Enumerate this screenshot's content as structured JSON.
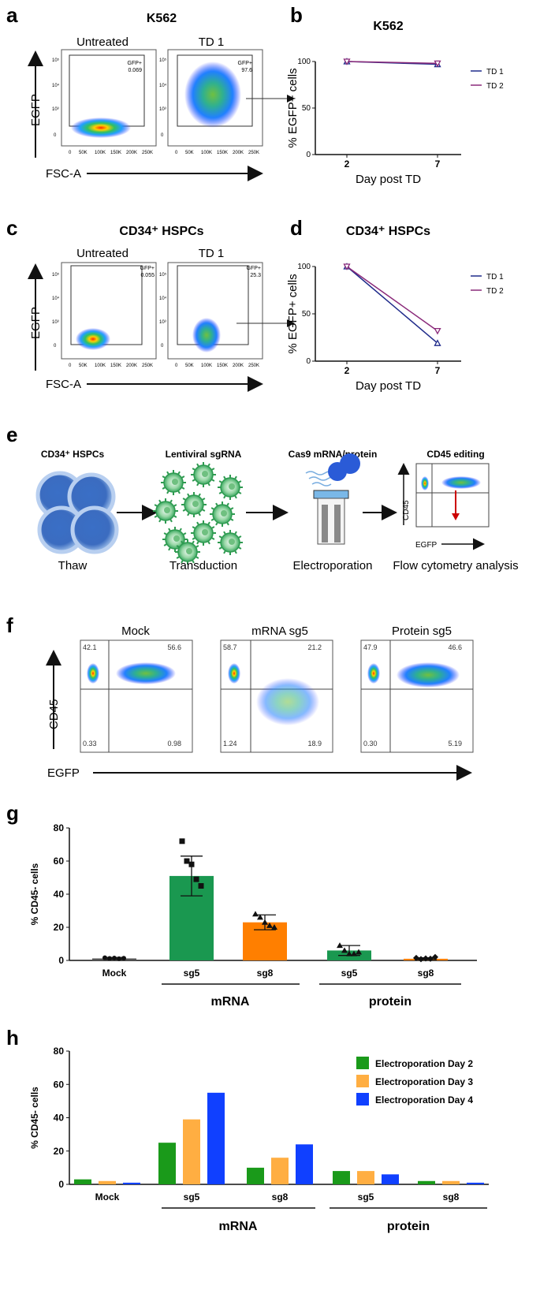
{
  "panels": {
    "a": {
      "letter": "a",
      "title": "K562",
      "plots": [
        {
          "title": "Untreated",
          "gate_label": "GFP+",
          "gate_value": "0.069"
        },
        {
          "title": "TD 1",
          "gate_label": "GFP+",
          "gate_value": "97.6"
        }
      ],
      "ylabel": "EGFP",
      "xlabel": "FSC-A",
      "x_ticks": [
        "0",
        "50K",
        "100K",
        "150K",
        "200K",
        "250K"
      ],
      "y_ticks": [
        "0",
        "10³",
        "10⁴",
        "10⁵"
      ]
    },
    "b": {
      "letter": "b",
      "title": "K562"
    },
    "c": {
      "letter": "c",
      "title": "CD34⁺ HSPCs",
      "plots": [
        {
          "title": "Untreated",
          "gate_label": "GFP+",
          "gate_value": "0.055"
        },
        {
          "title": "TD 1",
          "gate_label": "GFP+",
          "gate_value": "25.3"
        }
      ],
      "ylabel": "EGFP",
      "xlabel": "FSC-A",
      "x_ticks": [
        "0",
        "50K",
        "100K",
        "150K",
        "200K",
        "250K"
      ],
      "y_ticks": [
        "0",
        "10³",
        "10⁴",
        "10⁵"
      ]
    },
    "d": {
      "letter": "d",
      "title": "CD34⁺ HSPCs"
    },
    "e": {
      "letter": "e",
      "steps": [
        {
          "title": "CD34⁺ HSPCs",
          "caption": "Thaw"
        },
        {
          "title": "Lentiviral sgRNA",
          "caption": "Transduction"
        },
        {
          "title": "Cas9 mRNA/protein",
          "caption": "Electroporation"
        },
        {
          "title": "CD45 editing",
          "caption": "Flow cytometry analysis"
        }
      ],
      "mini_ylabel": "CD45",
      "mini_xlabel": "EGFP"
    },
    "f": {
      "letter": "f",
      "ylabel": "CD45",
      "xlabel": "EGFP",
      "plots": [
        {
          "title": "Mock",
          "ul": "42.1",
          "ur": "56.6",
          "ll": "0.33",
          "lr": "0.98"
        },
        {
          "title": "mRNA sg5",
          "ul": "58.7",
          "ur": "21.2",
          "ll": "1.24",
          "lr": "18.9"
        },
        {
          "title": "Protein sg5",
          "ul": "47.9",
          "ur": "46.6",
          "ll": "0.30",
          "lr": "5.19"
        }
      ]
    },
    "g": {
      "letter": "g",
      "group_labels": [
        "mRNA",
        "protein"
      ]
    },
    "h": {
      "letter": "h",
      "group_labels": [
        "mRNA",
        "protein"
      ]
    }
  },
  "colors": {
    "td1": "#1f2a8a",
    "td2": "#8a2a7a",
    "green": "#1a9850",
    "orange": "#ff7f00",
    "h_green": "#1a9a1a",
    "h_orange": "#ffae42",
    "h_blue": "#1040ff"
  },
  "chart_data": [
    {
      "id": "b",
      "type": "line",
      "title": "K562",
      "xlabel": "Day post TD",
      "ylabel": "% EGFP+ cells",
      "categories": [
        "2",
        "7"
      ],
      "ylim": [
        0,
        100
      ],
      "yticks": [
        0,
        50,
        100
      ],
      "legend": "right",
      "series": [
        {
          "name": "TD 1",
          "values": [
            100,
            97
          ]
        },
        {
          "name": "TD 2",
          "values": [
            100,
            98
          ]
        }
      ]
    },
    {
      "id": "d",
      "type": "line",
      "title": "CD34⁺ HSPCs",
      "xlabel": "Day post TD",
      "ylabel": "% EGFP+ cells",
      "categories": [
        "2",
        "7"
      ],
      "ylim": [
        0,
        100
      ],
      "yticks": [
        0,
        50,
        100
      ],
      "legend": "right",
      "series": [
        {
          "name": "TD 1",
          "values": [
            100,
            19
          ]
        },
        {
          "name": "TD 2",
          "values": [
            100,
            32
          ]
        }
      ]
    },
    {
      "id": "g",
      "type": "bar",
      "ylabel": "% CD45- cells",
      "categories": [
        "Mock",
        "sg5",
        "sg8",
        "sg5",
        "sg8"
      ],
      "groups": [
        {
          "label": "mRNA",
          "categories": [
            "sg5",
            "sg8"
          ]
        },
        {
          "label": "protein",
          "categories": [
            "sg5",
            "sg8"
          ]
        }
      ],
      "values": [
        1.2,
        51,
        23,
        6,
        1
      ],
      "error": [
        0.6,
        12,
        4.5,
        3,
        0.6
      ],
      "points": [
        [
          1.6,
          1.2,
          1.4,
          1.0,
          1.3
        ],
        [
          72,
          60,
          58,
          49,
          45
        ],
        [
          28,
          26,
          23,
          21,
          20
        ],
        [
          9,
          6,
          4,
          4,
          5
        ],
        [
          1.5,
          0.8,
          1.2,
          1.0,
          2.0
        ]
      ],
      "ylim": [
        0,
        80
      ],
      "yticks": [
        0,
        20,
        40,
        60,
        80
      ]
    },
    {
      "id": "h",
      "type": "bar",
      "ylabel": "% CD45- cells",
      "categories": [
        "Mock",
        "sg5",
        "sg8",
        "sg5",
        "sg8"
      ],
      "groups": [
        {
          "label": "mRNA",
          "categories": [
            "sg5",
            "sg8"
          ]
        },
        {
          "label": "protein",
          "categories": [
            "sg5",
            "sg8"
          ]
        }
      ],
      "ylim": [
        0,
        80
      ],
      "yticks": [
        0,
        20,
        40,
        60,
        80
      ],
      "legend": "top-right",
      "series": [
        {
          "name": "Electroporation Day 2",
          "values": [
            3,
            25,
            10,
            8,
            2
          ]
        },
        {
          "name": "Electroporation Day 3",
          "values": [
            2,
            39,
            16,
            8,
            2
          ]
        },
        {
          "name": "Electroporation Day 4",
          "values": [
            1,
            55,
            24,
            6,
            1
          ]
        }
      ]
    }
  ]
}
